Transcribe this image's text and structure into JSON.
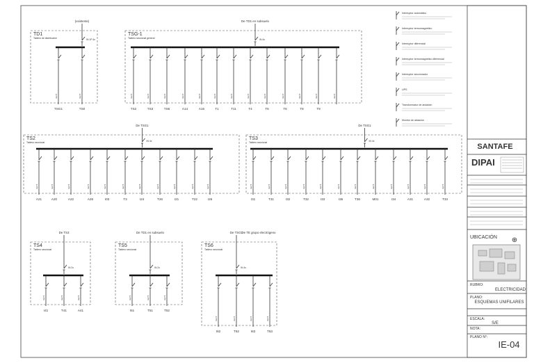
{
  "colors": {
    "line": "#333333",
    "bus": "#111111",
    "brand_blue": "#1a3c8c"
  },
  "boards": [
    {
      "id": "TD1",
      "subtitle": "Tablero de distribución",
      "header": "(existente)",
      "main": "IN 1P 4x",
      "feeds": [
        "TSG1",
        "TS0"
      ]
    },
    {
      "id": "TSG-1",
      "subtitle": "Tablero seccional general",
      "header": "De TD1 en subsuelo",
      "main": "IN 4x",
      "feeds": [
        "TS2",
        "TS3",
        "TS6",
        "A14",
        "A16",
        "T1",
        "T11",
        "T4",
        "T5",
        "T6",
        "T8",
        "T9"
      ]
    },
    {
      "id": "TS2",
      "subtitle": "Tablero seccional",
      "header": "De TSG1",
      "main": "IN 4x",
      "feeds": [
        "A21",
        "A20",
        "A22",
        "A26",
        "I03",
        "T3",
        "I24",
        "T26",
        "I21",
        "T22",
        "I26"
      ]
    },
    {
      "id": "TS3",
      "subtitle": "Tablero seccional",
      "header": "De TSG1",
      "main": "IN 4x",
      "feeds": [
        "I31",
        "T31",
        "I32",
        "T32",
        "I33",
        "I36",
        "T36",
        "M01",
        "I34",
        "A31",
        "A32",
        "T33"
      ]
    },
    {
      "id": "TS4",
      "subtitle": "Tablero seccional",
      "header": "De TS3",
      "main": "IN 2x",
      "feeds": [
        "I41",
        "T41",
        "A41"
      ]
    },
    {
      "id": "TS5",
      "subtitle": "Tablero seccional",
      "header": "De TD1 en subsuelo",
      "main": "IN 2x",
      "feeds": [
        "I51",
        "T51",
        "T52"
      ]
    },
    {
      "id": "TS6",
      "subtitle": "Tablero seccional",
      "header": "De TSG1",
      "header2": "De TE grupo electrógeno",
      "main": "IN 4x",
      "feeds": [
        "I62",
        "T62",
        "I63",
        "T63"
      ]
    }
  ],
  "legend": [
    "Interruptor automático",
    "Interruptor termomagnético",
    "Interruptor diferencial",
    "Interruptor termomagnético diferencial",
    "Interruptor seccionador",
    "UPS",
    "Transformador de aislación",
    "Monitor de aislación"
  ],
  "title_block": {
    "company": "SANTAFE",
    "logo": "DIPAI",
    "location_label": "UBICACIÓN",
    "rubro_label": "RUBRO:",
    "rubro": "ELECTRICIDAD",
    "plano_label": "PLANO:",
    "plano": "ESQUEMAS UNIFILARES",
    "escala_label": "ESCALA:",
    "escala": "S/E",
    "nota_label": "NOTA:",
    "plano_n_label": "PLANO N°:",
    "plano_n": "IE-04"
  }
}
